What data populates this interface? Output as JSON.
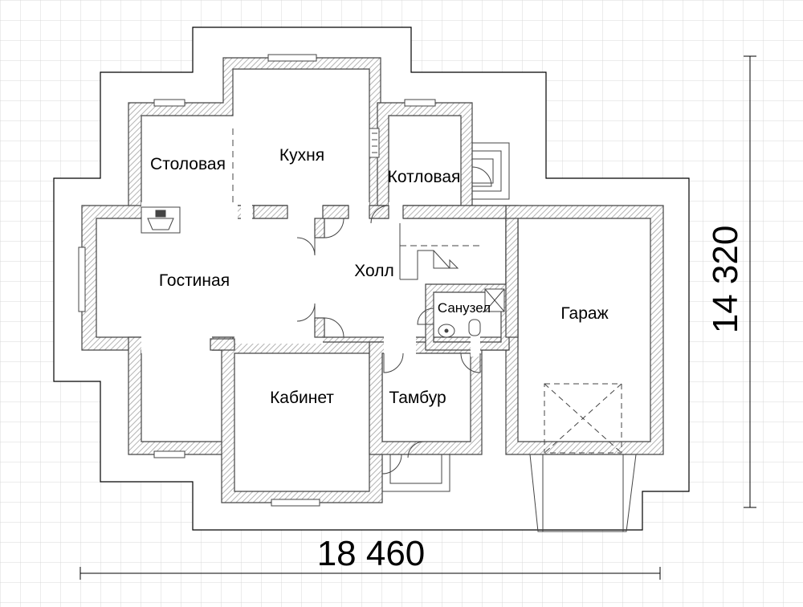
{
  "rooms": {
    "stolovaya": "Столовая",
    "kukhnya": "Кухня",
    "kotlovaya": "Котловая",
    "gostinaya": "Гостиная",
    "kholl": "Холл",
    "sanuzel": "Санузел",
    "garazh": "Гараж",
    "kabinet": "Кабинет",
    "tambur": "Тамбур"
  },
  "dimensions": {
    "width": "18 460",
    "height": "14 320"
  },
  "colors": {
    "wall_outline": "#444444",
    "wall_hatch": "#b3b3b3",
    "grid": "#d9d9d9",
    "line": "#000000"
  }
}
